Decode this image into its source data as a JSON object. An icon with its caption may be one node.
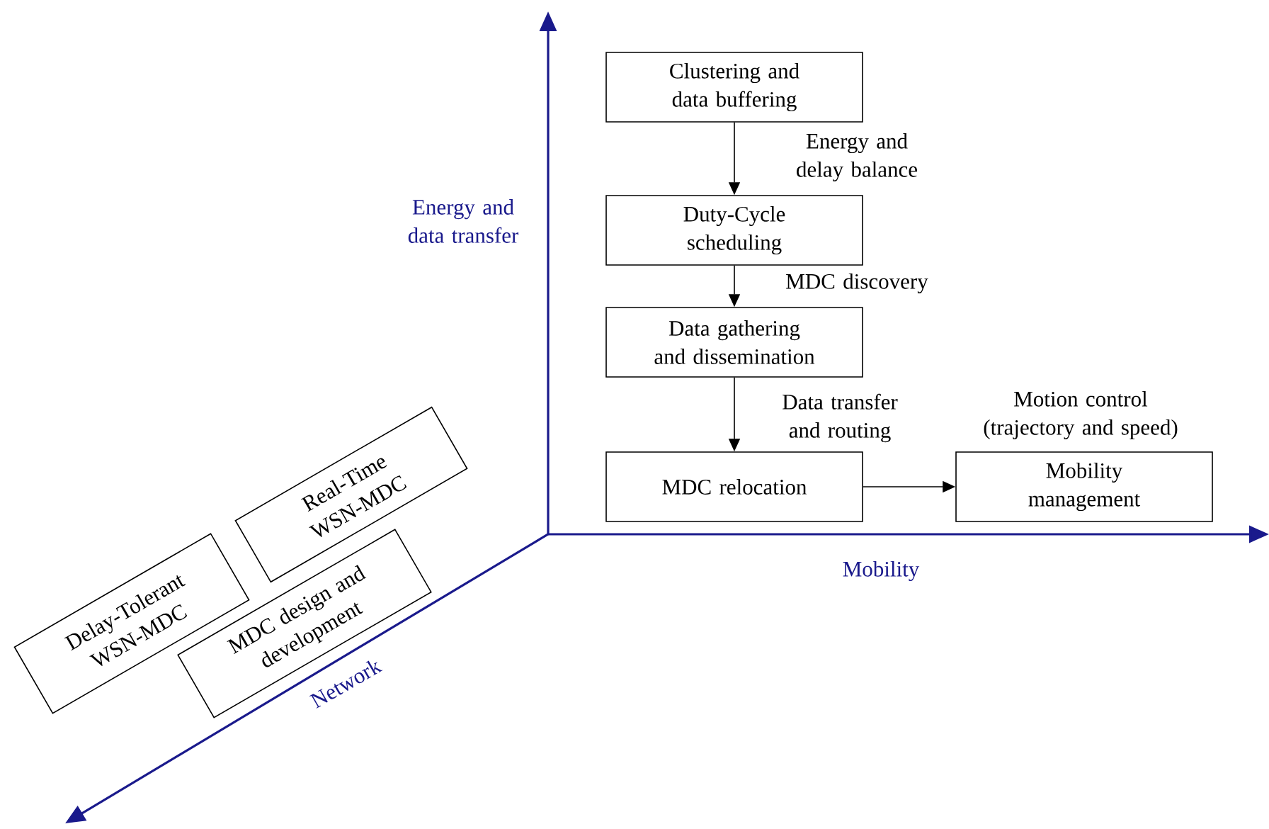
{
  "diagram": {
    "nodes": [
      {
        "text": [
          "Clustering and data buffering"
        ]
      },
      {
        "text": [
          "Duty-Cycle scheduling"
        ]
      },
      {
        "text": [
          "Data gathering and dissemination"
        ]
      },
      {
        "text": [
          "MDC relocation"
        ]
      },
      {
        "text": [
          "Mobility management"
        ],
        "beside": [
          "Motion control (trajectory and speed)"
        ]
      },
      {
        "text": [
          "Real-Time WSN-MDC"
        ]
      },
      {
        "text": [
          "Delay-Tolerant WSN-MDC"
        ]
      },
      {
        "text": [
          "MDC design and development"
        ]
      }
    ],
    "edges": [
      {
        "from": 0,
        "to": 1,
        "arrow": "to",
        "label": "Energy and delay balance"
      },
      {
        "from": 1,
        "to": 2,
        "arrow": "to",
        "label": "MDC discovery"
      },
      {
        "from": 2,
        "to": 3,
        "arrow": "to",
        "label": "Data transfer and routing"
      },
      {
        "from": 3,
        "to": 4,
        "arrow": "to"
      }
    ],
    "labels": [
      "Energy and data transfer",
      "Mobility",
      "Network"
    ]
  }
}
